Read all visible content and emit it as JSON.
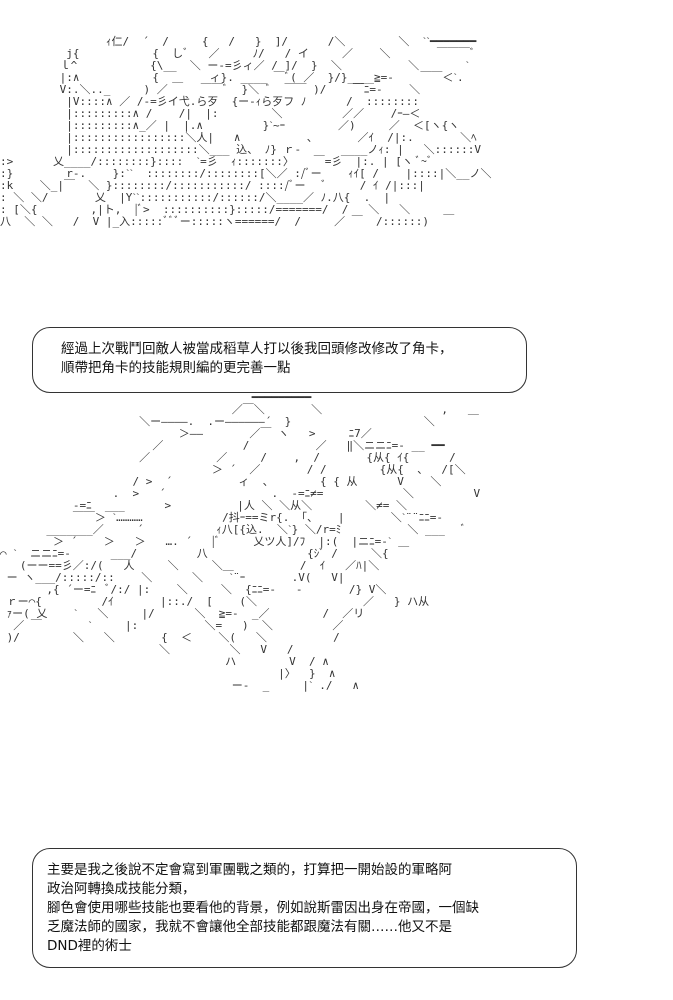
{
  "ascii_art": {
    "top": "                ｨ仁/  ´  /     {   /   }  ]/      /＼        ＼  ˋˋ━━━━━━━\n          j{           {  しﾞ   ／     ﾉ/   / イ     ／    ＼       ￣￣￣ﾞ\n         ｌ^           {\\__  ＼ ー-=彡ィ／ / ]/  }  ＼          ＼       ˋ\n         |:∧           {  ＿    ィ}. ____ ￣ﾞ( ／  }/}____≧=-    ￣￣＜ˋ.\n         V:.＼.._     ) ／     ￣￣ﾞ  }＼ ﾞ  ￣￣ )/    ￣ﾆ=-    ＼\n          |V::::∧ ／ /-=彡イ弋.ら歹  {ー-ｨら歹フ ﾉ      /  ::::::::\n          |:::::::::∧ /    /|  |:        ＼         ／／    /ｰ―＜\n          |:::::::::∧_／ |  |.∧         }ˋ~ｰ        ／)     ／  ＜[ヽ{ヽ\n          |:::::::::::::::::＼人|   ∧          、      ／ｲ  /|:.       ＼ﾍ\n          |:::::::::::::::::::＼___ 込、 ﾉ} ｒ‐      ____ノｨ: |   ＼::::::V\n:>      乂____/::::::::}::::  ˋ=彡  ｨ:::::::〉   ￣=彡  |:. | [ヽ ﾞ~ﾞ\n:}        r‐.    }:ˋˋ  ::::::::/::::::::[＼／ :/ﾞー    ｨｲ[ /    |::::|＼__ノ＼\n:k    ＼_|￣  ＼ }::::::::/:::::::::::/ ::::/ﾞー   ﾞ     / ｲ /|:::|\n: ＼ ＼/       乂  |Yˋˋ:::::::::::/::::::/＼____／ ﾉ.八{  .  |\n: [＼{        ,|ト,  |ﾞ>  ::::::::::}:::::/=======/  /   ＼   ＼     ＿\n八  ＼ ＼   /  V |_入:::::ﾞﾞﾞー:::::ヽ======/  /     ／ ￣  /::::::)",
    "bottom": "                                      ━━━━━━━━━\n                                   ／￣＼       ＼                  ,   ＿\n                     ＼ー――――.  .ー――――――´  }                    ＼\n                           ＞――       ／￣ ヽ   >     ﾆ7／\n                       ／            /          ／   ‖＼ニニﾆ=- __ ━━\n                     ／          ／     /    ,  /       {从{ ｲ{      /\n                                ＞ ´  ／       / /        {从{  、  /[＼\n                    / >  ´          ィ  、       { { 从      V    ＼\n                 .  >   ´                .  -=ﾆ≠=            ＼         V\n           -=ﾆ  ___      >          |人 ＼ ＼从＼        ＼≠= ＼\n           ￣￣＞ ˋ…………            /抖ｰ==ミr{. 「、   |       ＼ˋ¨¨ﾆﾆ=-\n       _______／     ´           ｨ八[{込.  ＼ˋ} ＼/r=ﾐ          ＼ ___   ﾞ\n        ＞ ´    ＞   ＞   …. ´   |ﾞ     乂ツ人]/ﾌ  |:(  |ニﾆ=-ˋ ＿\n⌒ ˋ  ニニﾆ=-      ___/         八               {ｼﾞ /     ＼{\n   (ーー==彡／:/(   人     ＼     ＼＿          /  ｲ   ／ﾊ|＼\n ー ヽ___/:::::/::    ＼      ＼    ˋ¨ｰ       .V(   V|\n       ,{ ´ー=ﾆ  ﾞ/:/ |:    ＼     ＼  {ﾆﾆ=-   -       /} V＼\n ｒー⌒{         /ｲ       |::./  [    (＼                ／   } ハ从\n ｧー( 乂    ˋ   ＼     |/      ＼  ≧=-  _／        /  ／リ\n  ／ ￣       ˋ     |:          ＼=   )  ＼         ／\n )/        ＼   ＼       {  ＜    ＼(   ＼          /\n                        ＼         ＼   V   /\n                                  ハ        V  / ∧\n                                          |〉  }  ∧\n                                   ー-  _     |ˋ ./   ∧"
  },
  "bubble_top": {
    "lines": [
      "經過上次戰鬥回敵人被當成稻草人打以後我回頭修改修改了角卡，",
      "順帶把角卡的技能規則編的更完善一點"
    ]
  },
  "bubble_bottom": {
    "lines": [
      "主要是我之後說不定會寫到軍團戰之類的，打算把一開始設的軍略阿",
      "政治阿轉換成技能分類，",
      "腳色會使用哪些技能也要看他的背景，例如說斯雷因出身在帝國，一個缺",
      "乏魔法師的國家，我就不會讓他全部技能都跟魔法有關……他又不是",
      "DND裡的術士"
    ]
  }
}
